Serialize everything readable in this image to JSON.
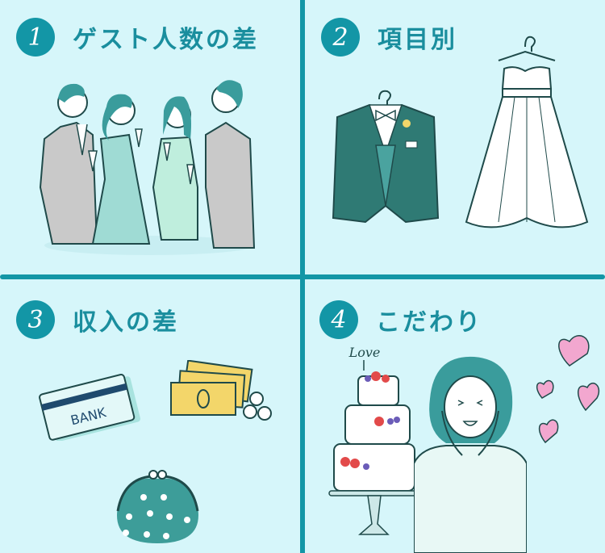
{
  "colors": {
    "background": "#d6f6fa",
    "accent": "#1396a6",
    "title_text": "#1a8e9e",
    "outline": "#1f4a4a",
    "suit_gray": "#c9c9c9",
    "hair_teal": "#3a9c9c",
    "tuxedo_green": "#2f7a74",
    "gold": "#f3d66a",
    "pink": "#f2a7cf"
  },
  "panels": [
    {
      "number": "1",
      "title": "ゲスト人数の差",
      "illustration": "wedding-guests-toasting"
    },
    {
      "number": "2",
      "title": "項目別",
      "illustration": "tuxedo-and-wedding-dress"
    },
    {
      "number": "3",
      "title": "収入の差",
      "illustration": "bank-book-cash-coin-purse"
    },
    {
      "number": "4",
      "title": "こだわり",
      "illustration": "wedding-cake-and-happy-woman"
    }
  ],
  "labels": {
    "bank_book": "BANK",
    "banknote": "0",
    "cake_topper": "Love"
  }
}
